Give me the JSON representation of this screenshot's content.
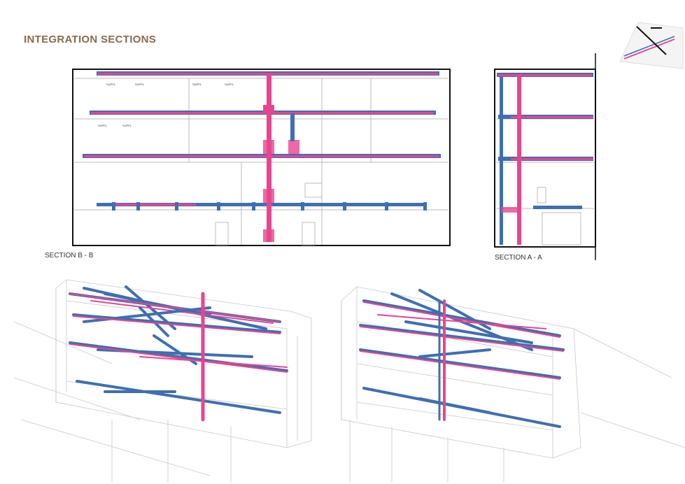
{
  "sheet": {
    "title": "INTEGRATION SECTIONS"
  },
  "sections": {
    "b_label": "SECTION B - B",
    "a_label": "SECTION A - A",
    "diffuser_tag": "SUPPL"
  },
  "colors": {
    "supply_duct": "#e8458f",
    "return_duct": "#3f6fb0",
    "structure": "#b8b8b8",
    "title": "#8a6a4a"
  }
}
